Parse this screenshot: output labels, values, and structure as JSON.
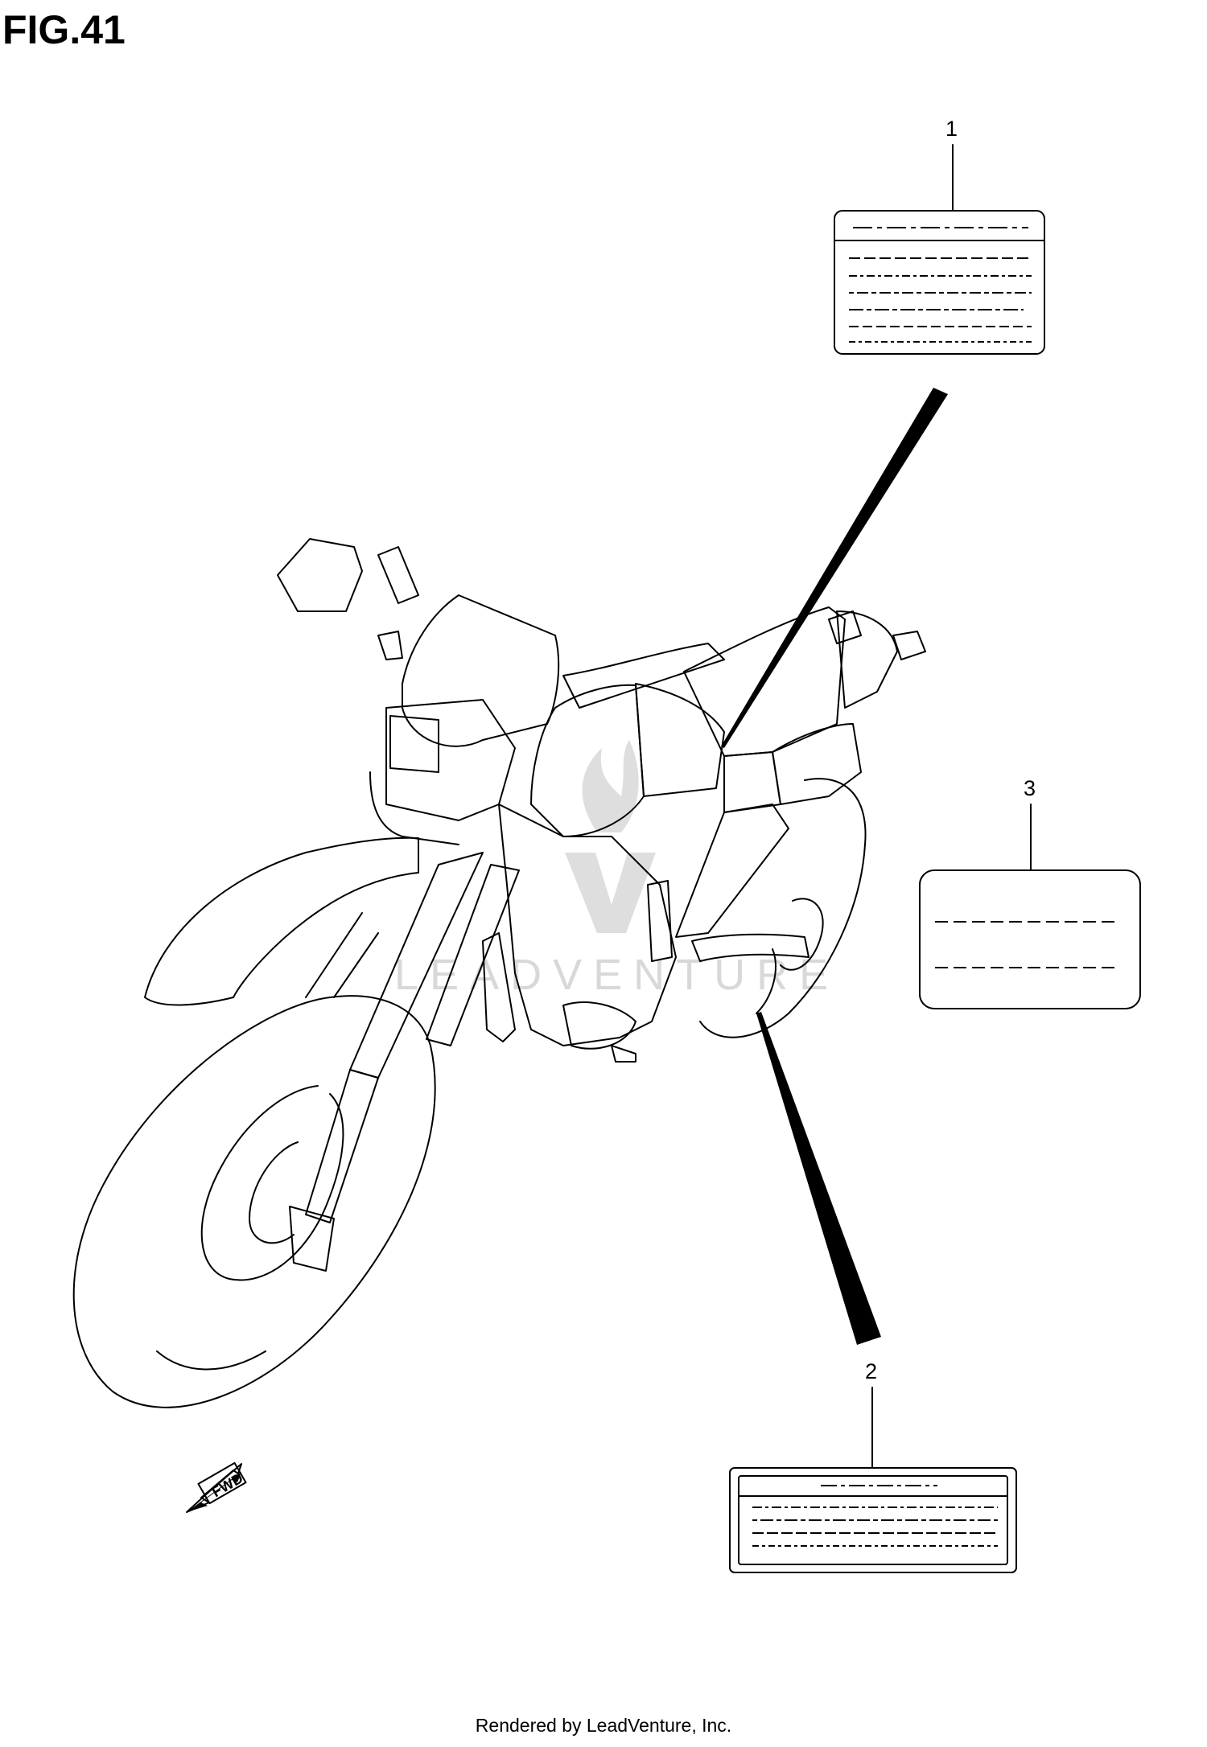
{
  "figure": {
    "title": "FIG.41"
  },
  "callouts": {
    "label_1": "1",
    "label_2": "2",
    "label_3": "3"
  },
  "direction_marker": {
    "text": "FWD",
    "icon": "forward-arrow-icon"
  },
  "watermark": {
    "text": "LEADVENTURE",
    "icon": "flame-logo-icon"
  },
  "footer": {
    "rendered_by": "Rendered by LeadVenture, Inc."
  }
}
